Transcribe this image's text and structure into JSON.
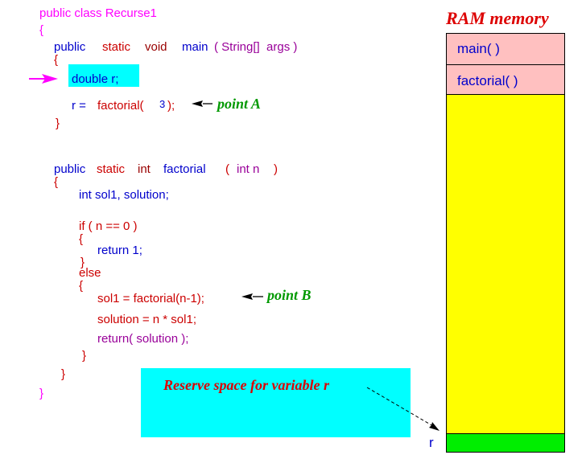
{
  "code": {
    "class_decl": "public class Recurse1",
    "brace_open_1": "{",
    "main_kw_public": "public",
    "main_kw_static": "static",
    "main_kw_void": "void",
    "main_name": "main",
    "main_params": "( String[]  args )",
    "main_brace_open": "{",
    "decl_r": "double r;",
    "call_lhs": "r =",
    "call_fn": "factorial(",
    "call_arg": "3",
    "call_end": ");",
    "main_brace_close": "}",
    "fact_kw_public": "public",
    "fact_kw_static": "static",
    "fact_kw_int": "int",
    "fact_name": "factorial",
    "fact_params_open": "(",
    "fact_params": "int n",
    "fact_params_close": ")",
    "fact_brace_open": "{",
    "fact_decl": "int sol1, solution;",
    "if_line": "if ( n == 0 )",
    "if_brace_open": "{",
    "return_1": "return 1;",
    "if_brace_close": "}",
    "else_kw": "else",
    "else_brace_open": "{",
    "sol1_line": "sol1 = factorial(n-1);",
    "solution_line": "solution = n * sol1;",
    "return_solution": "return( solution );",
    "else_brace_close": "}",
    "fact_brace_close": "}",
    "class_brace_close": "}"
  },
  "annotations": {
    "point_a": "point A",
    "point_b": "point B",
    "reserve_note": "Reserve space for variable r"
  },
  "ram": {
    "title": "RAM memory",
    "frames": [
      "main( )",
      "factorial( )"
    ],
    "var_label": "r"
  },
  "colors": {
    "highlight_cyan": "#00ffff",
    "frame_pink": "#ffc0c0",
    "stack_yellow": "#ffff00",
    "var_green": "#00ee00",
    "pointer_magenta": "#ff00ff"
  }
}
